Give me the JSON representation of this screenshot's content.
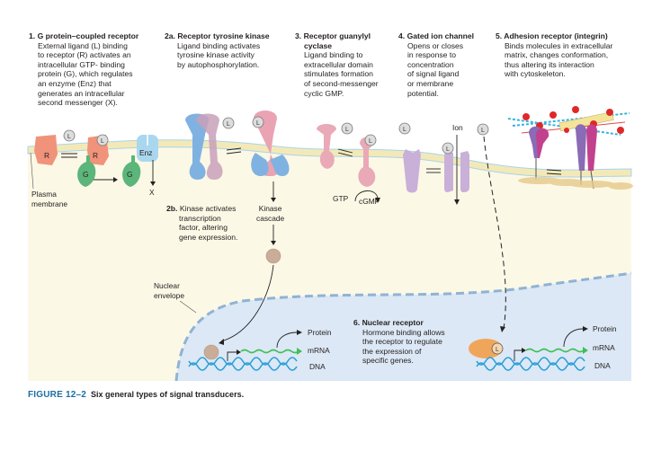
{
  "figure": {
    "number": "FIGURE 12–2",
    "caption": "Six general types of signal transducers."
  },
  "headers": [
    {
      "num": "1.",
      "title": "G protein–coupled receptor",
      "desc": [
        "External ligand (L) binding",
        "to receptor (R) activates an",
        "intracellular GTP- binding",
        "protein (G), which regulates",
        "an enzyme (Enz) that",
        "generates an intracellular",
        "second messenger (X)."
      ]
    },
    {
      "num": "2a.",
      "title": "Receptor tyrosine kinase",
      "desc": [
        "Ligand binding activates",
        "tyrosine kinase activity",
        "by autophosphorylation."
      ]
    },
    {
      "num": "3.",
      "title": "Receptor guanylyl",
      "title2": "cyclase",
      "desc": [
        "Ligand binding to",
        "extracellular domain",
        "stimulates formation",
        "of second-messenger",
        "cyclic GMP."
      ]
    },
    {
      "num": "4.",
      "title": "Gated ion channel",
      "desc": [
        "Opens or closes",
        "in response to",
        "concentration",
        "of signal ligand",
        "or membrane",
        "potential."
      ]
    },
    {
      "num": "5.",
      "title": "Adhesion receptor (integrin)",
      "desc": [
        "Binds molecules in extracellular",
        "matrix, changes conformation,",
        "thus altering its interaction",
        "with cytoskeleton."
      ]
    }
  ],
  "section_2b": {
    "num": "2b.",
    "desc": [
      "Kinase activates",
      "transcription",
      "factor, altering",
      "gene expression."
    ]
  },
  "section_6": {
    "num": "6.",
    "title": "Nuclear receptor",
    "desc": [
      "Hormone binding allows",
      "the receptor to regulate",
      "the expression of",
      "specific genes."
    ]
  },
  "labels": {
    "plasma_membrane": [
      "Plasma",
      "membrane"
    ],
    "nuclear_envelope": [
      "Nuclear",
      "envelope"
    ],
    "kinase_cascade": [
      "Kinase",
      "cascade"
    ],
    "gtp": "GTP",
    "cgmp": "cGMP",
    "ion": "Ion",
    "ligand": "L",
    "receptor": "R",
    "gprotein": "G",
    "enzyme": "Enz",
    "second_messenger": "X",
    "protein": "Protein",
    "mrna": "mRNA",
    "dna": "DNA"
  },
  "colors": {
    "cytoplasm": "#fcf8e6",
    "nucleus": "#dce8f5",
    "membrane": "#f3e9b8",
    "membrane_edge": "#a8d4ea",
    "receptor": "#f0937a",
    "gprotein": "#5cb57a",
    "enzyme": "#a9d7f0",
    "rtk_blue": "#7fb2e0",
    "rtk_pink": "#e9a3b3",
    "guanylyl": "#e9a9b6",
    "ion_channel": "#c9b0d8",
    "integrin_purple": "#8a6bb5",
    "integrin_magenta": "#c2418f",
    "nuclear_receptor": "#f0a65a",
    "tf": "#c9ad98",
    "dna": "#2a9fd8",
    "mrna": "#3fbf56",
    "figure_label": "#1c6ea4"
  }
}
